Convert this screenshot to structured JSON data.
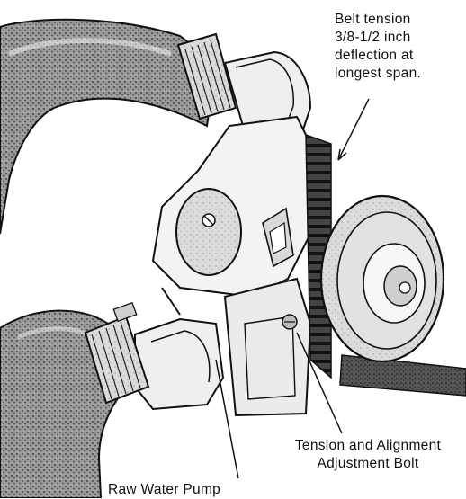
{
  "labels": {
    "belt_tension": [
      "Belt tension",
      "3/8-1/2 inch",
      "deflection at",
      "longest span."
    ],
    "tension_bolt": [
      "Tension and Alignment",
      "Adjustment Bolt"
    ],
    "raw_water_pump": "Raw Water Pump"
  },
  "colors": {
    "ink": "#111111",
    "hose_fill": "#8a8a8a",
    "hose_shadow": "#3a3a3a",
    "metal_fill": "#e6e6e6",
    "background": "#ffffff"
  }
}
